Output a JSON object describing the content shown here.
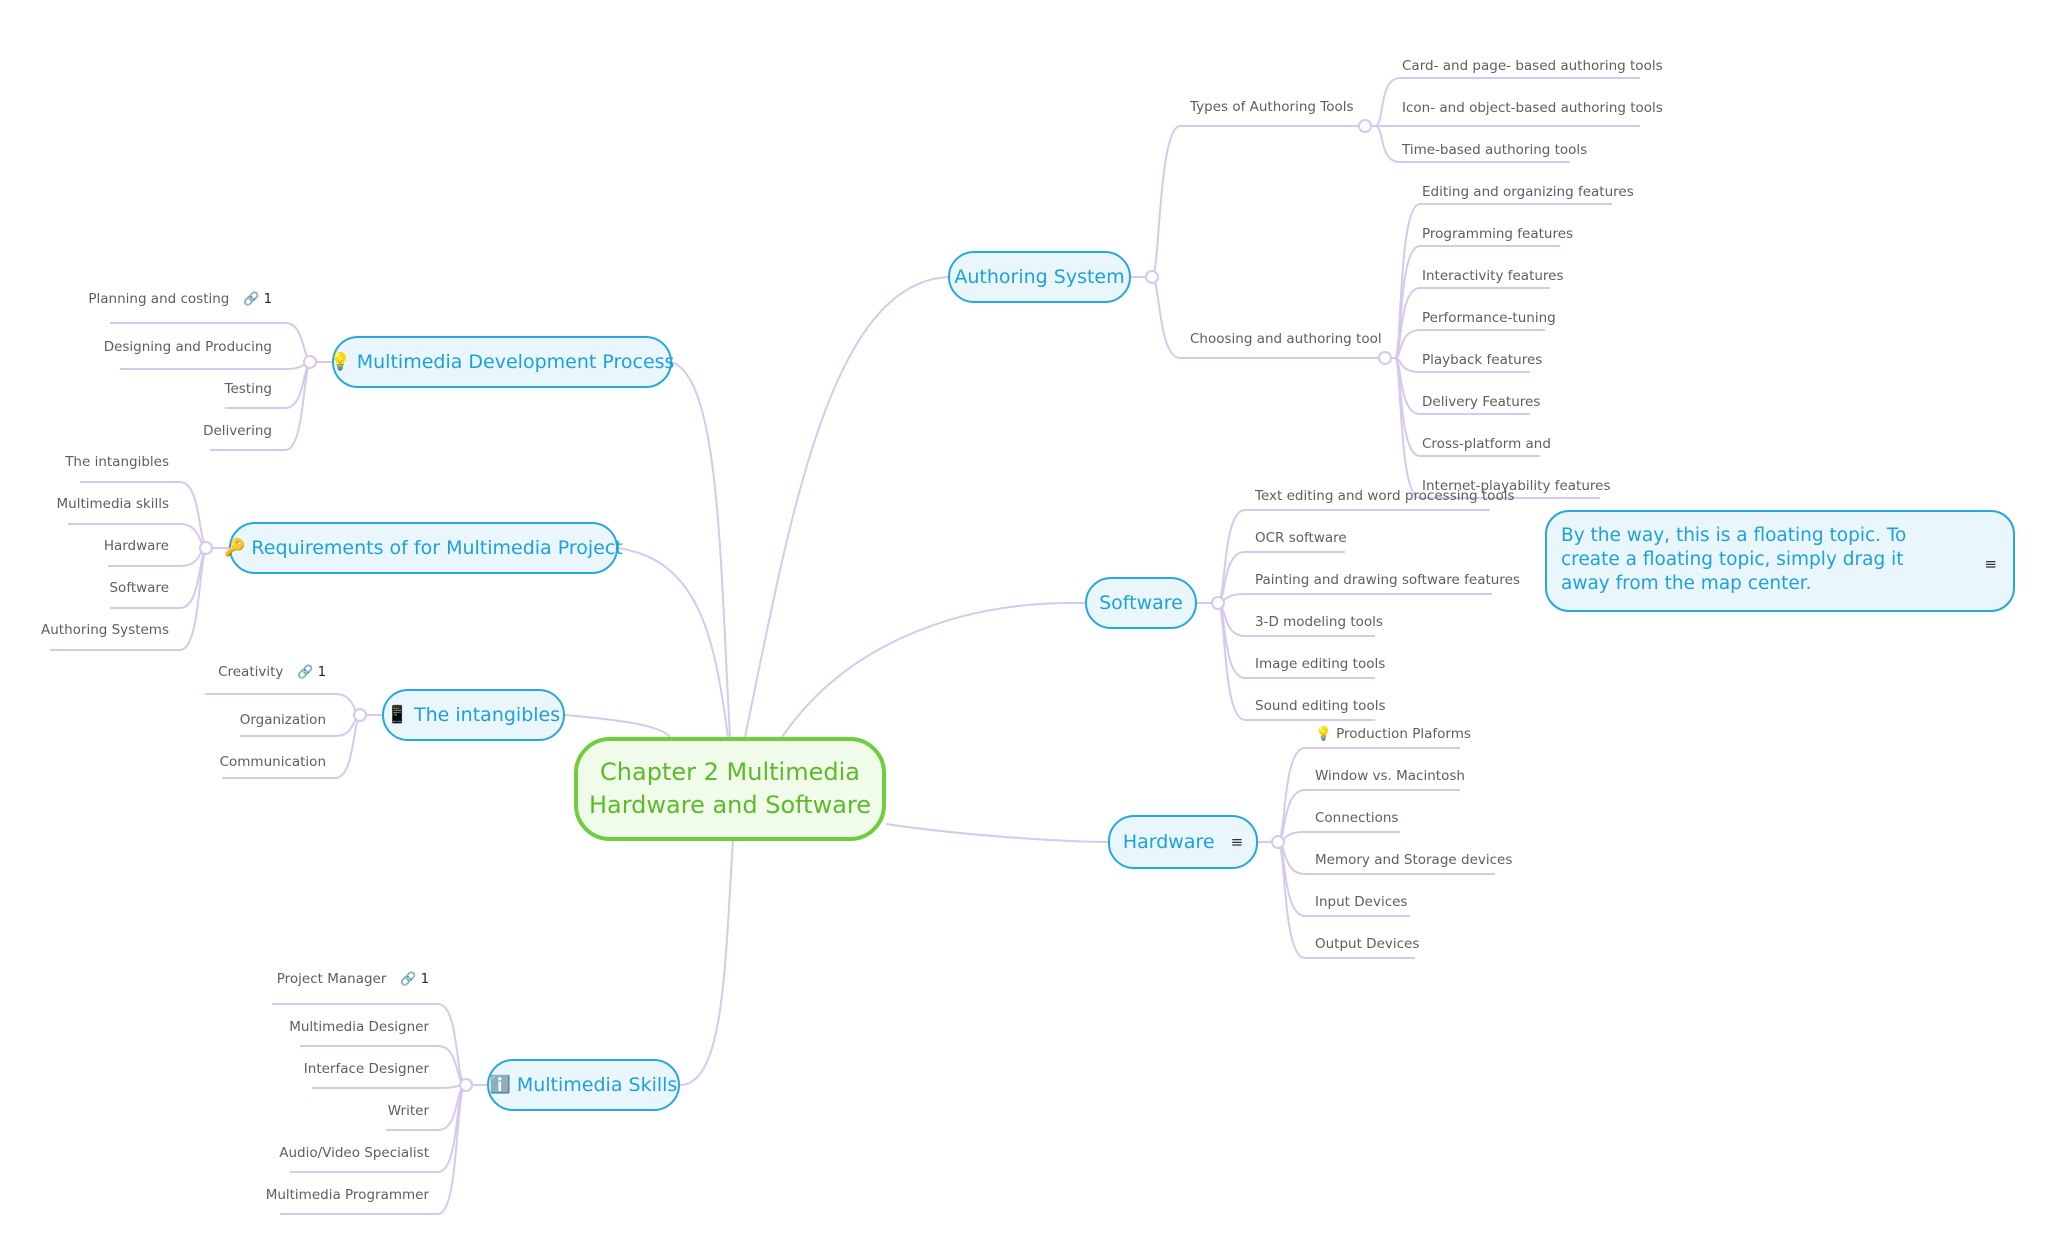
{
  "central": {
    "line1": "Chapter 2 Multimedia",
    "line2": "Hardware and Software"
  },
  "topics": {
    "authoring": {
      "label": "Authoring System"
    },
    "software": {
      "label": "Software"
    },
    "hardware": {
      "label": "Hardware",
      "note_icon": "notes-icon"
    },
    "dev_process": {
      "label": "Multimedia Development Process",
      "emoji": "💡"
    },
    "requirements": {
      "label": "Requirements of for Multimedia Project",
      "emoji": "🔑"
    },
    "intangibles": {
      "label": "The intangibles",
      "emoji": "📱"
    },
    "skills": {
      "label": "Multimedia Skills",
      "emoji": "ℹ️"
    }
  },
  "authoring_subs": {
    "types_label": "Types of Authoring Tools",
    "types": [
      "Card- and page- based authoring tools",
      "Icon- and object-based authoring tools",
      "Time-based authoring tools"
    ],
    "choosing_label": "Choosing and authoring tool",
    "choosing": [
      "Editing and organizing features",
      "Programming features",
      "Interactivity features",
      "Performance-tuning",
      "Playback features",
      "Delivery Features",
      "Cross-platform and",
      "Internet-playability features"
    ]
  },
  "software_subs": [
    "Text editing and word processing tools",
    "OCR software",
    "Painting and drawing software features",
    "3-D modeling tools",
    "Image editing tools",
    "Sound editing tools"
  ],
  "hardware_subs": [
    "💡 Production Plaforms",
    "Window vs. Macintosh",
    "Connections",
    "Memory and Storage devices",
    "Input Devices",
    "Output Devices"
  ],
  "dev_subs": [
    "Planning and costing",
    "Designing and Producing",
    "Testing",
    "Delivering"
  ],
  "dev_link_badge": "1",
  "req_subs": [
    "The intangibles",
    "Multimedia skills",
    "Hardware",
    "Software",
    "Authoring Systems"
  ],
  "intangible_subs": [
    "Creativity",
    "Organization",
    "Communication"
  ],
  "intangible_link_badge": "1",
  "skills_subs": [
    "Project Manager",
    "Multimedia Designer",
    "Interface Designer",
    "Writer",
    "Audio/Video Specialist",
    "Multimedia Programmer"
  ],
  "skills_link_badge": "1",
  "floating": {
    "text": "By the way, this is a floating topic. To create a floating topic, simply drag it away from the map center.",
    "note_icon": "notes-icon"
  },
  "colors": {
    "branch": "#d7c8ee",
    "topic_border": "#27a7e0",
    "topic_fill": "#e9f7fd",
    "central_border": "#6fce3c",
    "central_fill": "#f0fbe9"
  }
}
